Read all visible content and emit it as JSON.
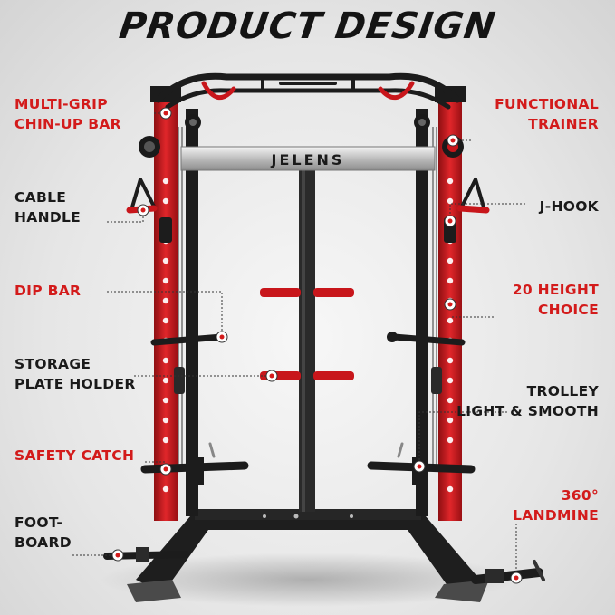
{
  "title": "PRODUCT DESIGN",
  "brand": "JELENS",
  "colors": {
    "accent_red": "#d31b1b",
    "frame_red": "#c8161b",
    "frame_black": "#1c1c1c",
    "text_dark": "#1a1a1a"
  },
  "labels_left": [
    {
      "text": "MULTI-GRIP\nCHIN-UP BAR",
      "color": "red"
    },
    {
      "text": "CABLE\nHANDLE",
      "color": "dark"
    },
    {
      "text": "DIP BAR",
      "color": "red"
    },
    {
      "text": "STORAGE\nPLATE HOLDER",
      "color": "dark"
    },
    {
      "text": "SAFETY CATCH",
      "color": "red"
    },
    {
      "text": "FOOT-\nBOARD",
      "color": "dark"
    }
  ],
  "labels_right": [
    {
      "text": "FUNCTIONAL\nTRAINER",
      "color": "red"
    },
    {
      "text": "J-HOOK",
      "color": "dark"
    },
    {
      "text": "20 HEIGHT\nCHOICE",
      "color": "red"
    },
    {
      "text": "TROLLEY\nLIGHT & SMOOTH",
      "color": "dark"
    },
    {
      "text": "360°\nLANDMINE",
      "color": "red"
    }
  ]
}
